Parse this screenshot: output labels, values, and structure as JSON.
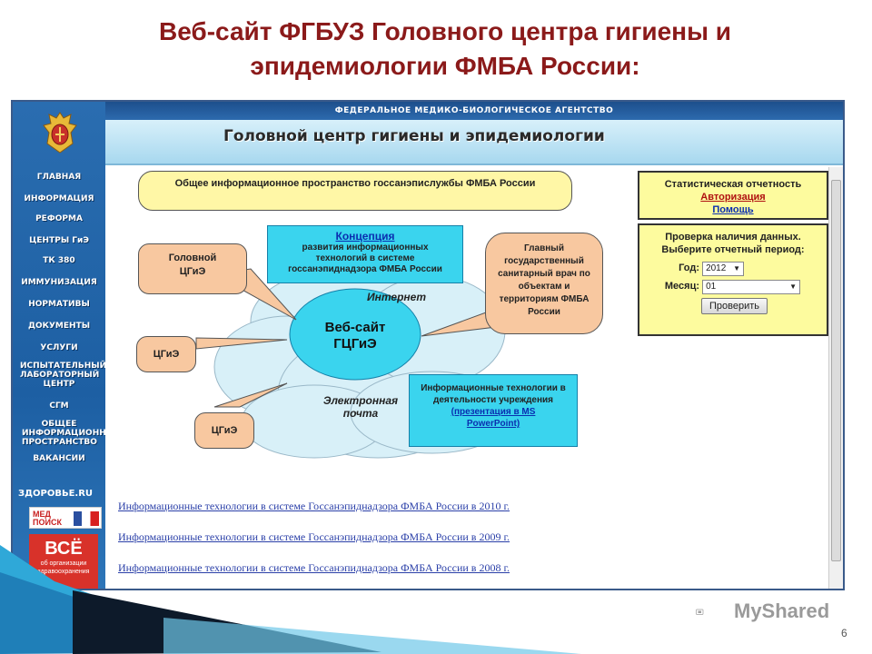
{
  "slide": {
    "title_line1": "Веб-сайт ФГБУЗ Головного центра гигиены и",
    "title_line2": "эпидемиологии ФМБА России:",
    "page_number": "6"
  },
  "site": {
    "agency_strip": "ФЕДЕРАЛЬНОЕ МЕДИКО-БИОЛОГИЧЕСКОЕ АГЕНТСТВО",
    "header_title": "Головной центр гигиены и эпидемиологии"
  },
  "nav": {
    "items": [
      {
        "label": "ГЛАВНАЯ"
      },
      {
        "label": "ИНФОРМАЦИЯ"
      },
      {
        "label": "РЕФОРМА"
      },
      {
        "label": "ЦЕНТРЫ ГиЭ"
      },
      {
        "label": "ТК 380"
      },
      {
        "label": "ИММУНИЗАЦИЯ"
      },
      {
        "label": "НОРМАТИВЫ"
      },
      {
        "label": "ДОКУМЕНТЫ"
      },
      {
        "label": "УСЛУГИ"
      },
      {
        "label": "ИСПЫТАТЕЛЬНЫЙ ЛАБОРАТОРНЫЙ ЦЕНТР"
      },
      {
        "label": "СГМ"
      },
      {
        "label": "ОБЩЕЕ ИНФОРМАЦИОННОЕ ПРОСТРАНСТВО"
      },
      {
        "label": "ВАКАНСИИ"
      }
    ],
    "zdorovie": "ЗДОРОВЬЕ.RU",
    "poisk": "МЕД ПОИСК",
    "vse_big": "ВСЁ",
    "vse_small": "об организации здравоохранения"
  },
  "diagram": {
    "header": "Общее информационное пространство госсанэпислужбы ФМБА России",
    "concept_link": "Концепция",
    "concept_text": "развития информационных технологий в системе госсанэпиднадзора ФМБА России",
    "head_cgie": "Головной ЦГиЭ",
    "cgie_1": "ЦГиЭ",
    "cgie_2": "ЦГиЭ",
    "chief_doctor": "Главный государственный санитарный врач по объектам и территориям ФМБА России",
    "internet": "Интернет",
    "website": "Веб-сайт ГЦГиЭ",
    "email": "Электронная почта",
    "it_text": "Информационные технологии в деятельности учреждения",
    "it_link": "(презентация в MS PowerPoint)"
  },
  "stats_panel": {
    "title": "Статистическая отчетность",
    "auth_link": "Авторизация",
    "help_link": "Помощь"
  },
  "check_panel": {
    "title": "Проверка наличия данных. Выберите отчетный период:",
    "year_label": "Год:",
    "year_value": "2012",
    "month_label": "Месяц:",
    "month_value": "01",
    "button": "Проверить"
  },
  "links": [
    {
      "text": "Информационные технологии в системе Госсанэпиднадзора ФМБА России в 2010 г."
    },
    {
      "text": "Информационные технологии в системе Госсанэпиднадзора ФМБА России в 2009 г."
    },
    {
      "text": "Информационные технологии в системе Госсанэпиднадзора ФМБА России в 2008 г."
    }
  ],
  "watermark": "MyShared",
  "colors": {
    "title": "#8b1a1a",
    "nav_bg": "#1d5fa3",
    "cloud": "#d8f0f8",
    "bubble": "#f8c8a0",
    "cyan": "#3ad4ee",
    "yellow": "#fdfb9e"
  }
}
